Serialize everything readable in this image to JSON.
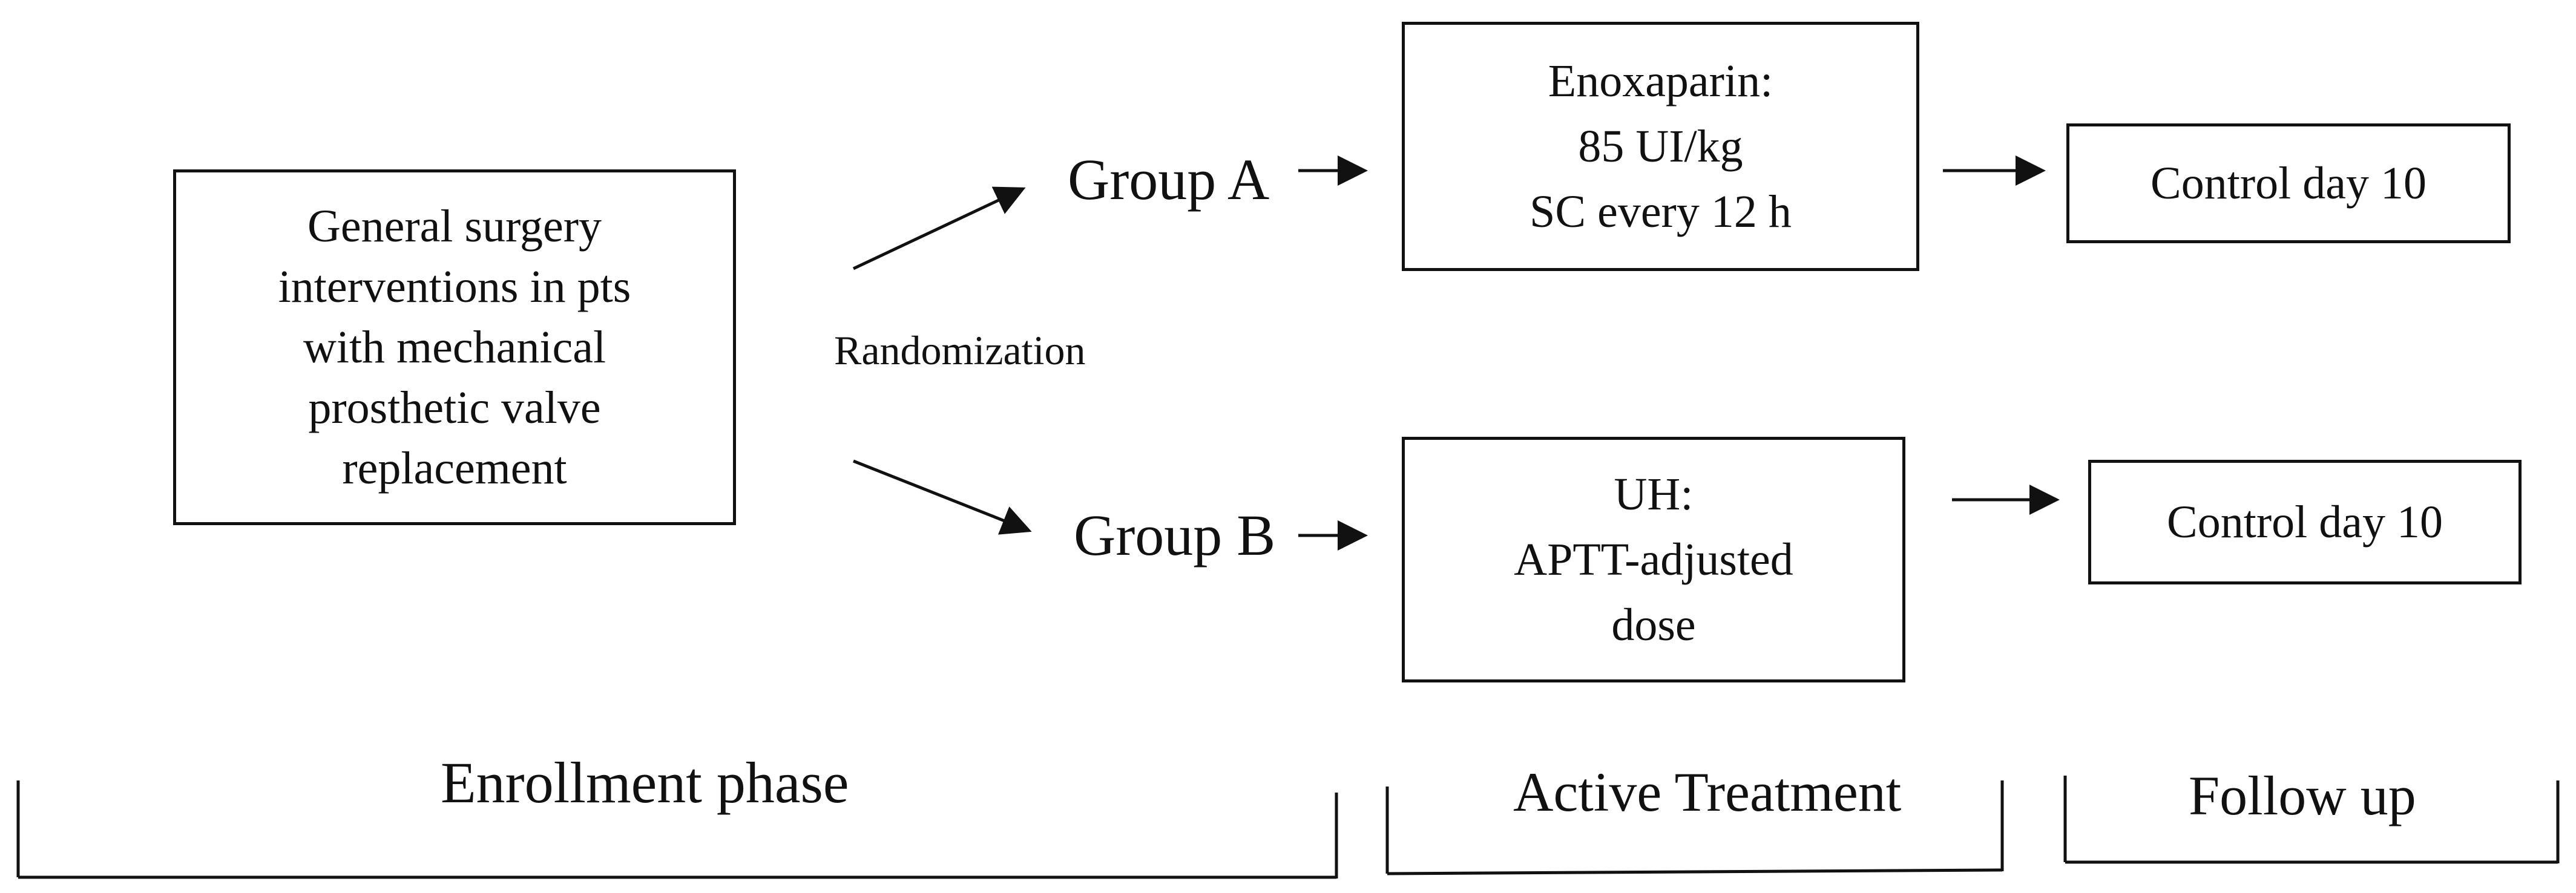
{
  "enrollment_box": {
    "text": "General surgery\ninterventions in pts\nwith mechanical\nprosthetic valve\nreplacement"
  },
  "randomization_label": "Randomization",
  "group_a": {
    "label": "Group A",
    "treatment": "Enoxaparin:\n85 UI/kg\nSC every 12 h",
    "followup": "Control day 10"
  },
  "group_b": {
    "label": "Group B",
    "treatment": "UH:\nAPTT-adjusted\ndose",
    "followup": "Control day 10"
  },
  "phases": [
    {
      "label": "Enrollment phase"
    },
    {
      "label": "Active Treatment"
    },
    {
      "label": "Follow up"
    }
  ]
}
